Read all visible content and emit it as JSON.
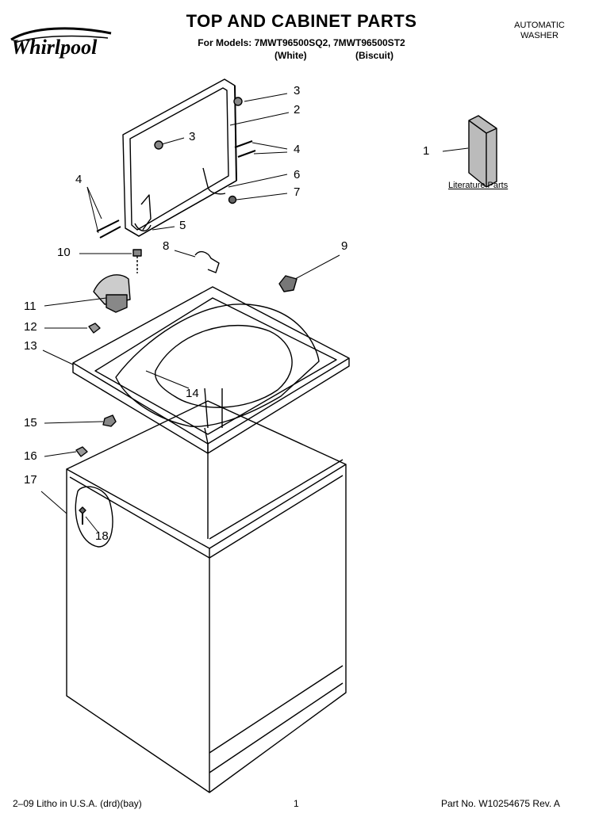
{
  "header": {
    "brand": "Whirlpool",
    "title": "TOP AND CABINET PARTS",
    "models_line": "For Models: 7MWT96500SQ2, 7MWT96500ST2",
    "variant_white": "(White)",
    "variant_biscuit": "(Biscuit)",
    "product_type_line1": "AUTOMATIC",
    "product_type_line2": "WASHER"
  },
  "literature_label": "Literature Parts",
  "callouts": [
    "1",
    "2",
    "3",
    "3",
    "4",
    "4",
    "5",
    "6",
    "7",
    "8",
    "9",
    "10",
    "11",
    "12",
    "13",
    "14",
    "15",
    "16",
    "17",
    "18"
  ],
  "footer": {
    "litho": "2–09 Litho in U.S.A. (drd)(bay)",
    "page": "1",
    "part_no": "Part No. W10254675 Rev. A"
  }
}
